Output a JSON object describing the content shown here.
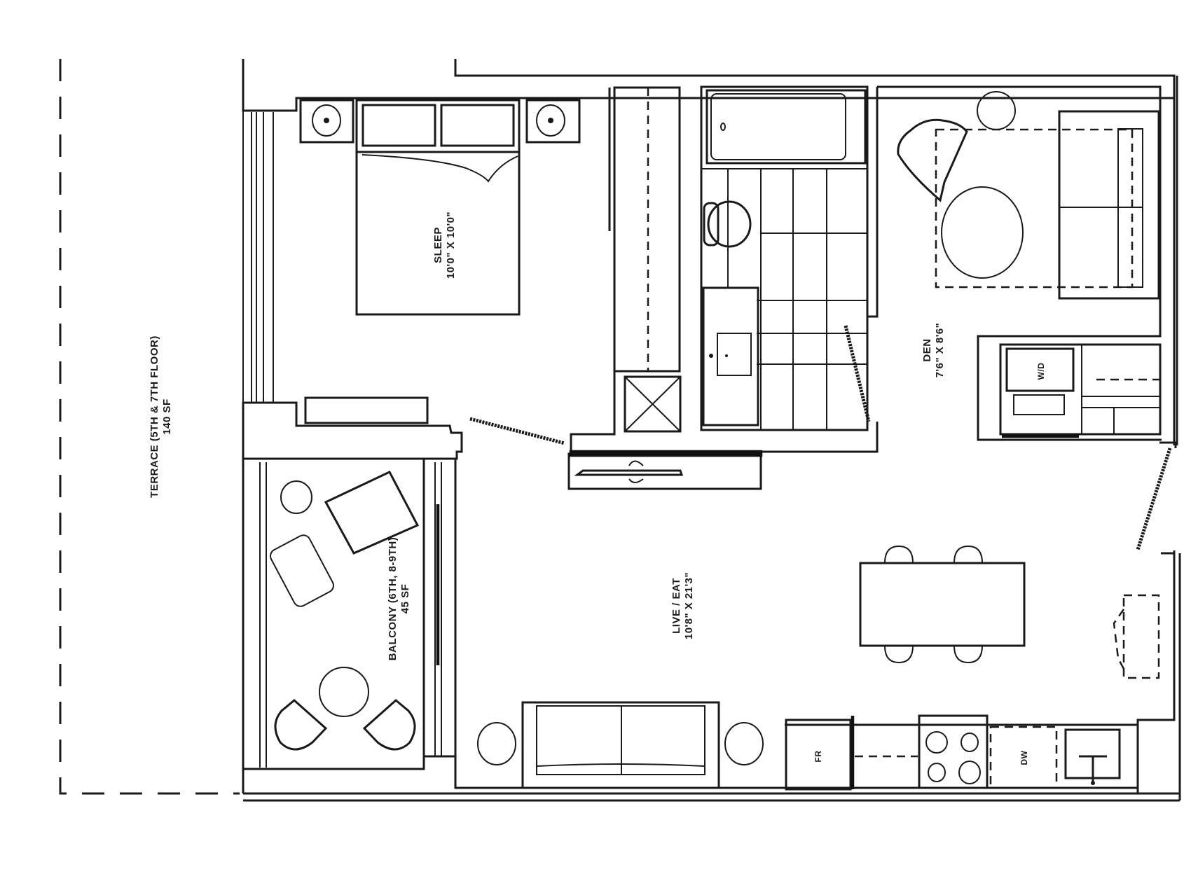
{
  "floor_plan": {
    "rooms": [
      {
        "id": "sleep",
        "name": "SLEEP",
        "dimensions": "10'0\" X 10'0\""
      },
      {
        "id": "den",
        "name": "DEN",
        "dimensions": "7'6\" X 8'6\""
      },
      {
        "id": "live_eat",
        "name": "LIVE / EAT",
        "dimensions": "10'8\" X 21'3\""
      }
    ],
    "outdoor": [
      {
        "id": "terrace",
        "name": "TERRACE (5TH & 7TH FLOOR)",
        "area": "140 SF"
      },
      {
        "id": "balcony",
        "name": "BALCONY (6TH, 8-9TH)",
        "area": "45 SF"
      }
    ],
    "appliances": {
      "washer_dryer": "W/D",
      "fridge": "FR",
      "dishwasher": "DW"
    }
  }
}
